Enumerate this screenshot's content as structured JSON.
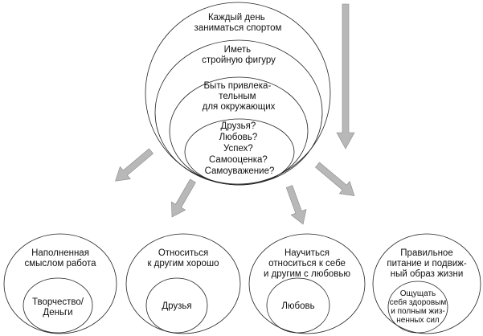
{
  "top": {
    "level1": [
      "Каждый день",
      "заниматься спортом"
    ],
    "level2": [
      "Иметь",
      "стройную фигуру"
    ],
    "level3": [
      "Быть привлека-",
      "тельным",
      "для окружающих"
    ],
    "level4": [
      "Друзья?",
      "Любовь?",
      "Успех?",
      "Самооценка?",
      "Самоуважение?"
    ]
  },
  "bottom": [
    {
      "outer": [
        "Наполненная",
        "смыслом работа"
      ],
      "inner": [
        "Творчество/",
        "Деньги"
      ]
    },
    {
      "outer": [
        "Относиться",
        "к другим хорошо"
      ],
      "inner": [
        "Друзья"
      ]
    },
    {
      "outer": [
        "Научиться",
        "относиться к себе",
        "и другим с любовью"
      ],
      "inner": [
        "Любовь"
      ]
    },
    {
      "outer": [
        "Правильное",
        "питание и подвиж-",
        "ный образ жизни"
      ],
      "inner": [
        "Ощущать",
        "себя здоровым",
        "и полным жиз-",
        "ненных сил"
      ]
    }
  ],
  "colors": {
    "arrow": "#b8b8b8",
    "stroke": "#222222"
  }
}
